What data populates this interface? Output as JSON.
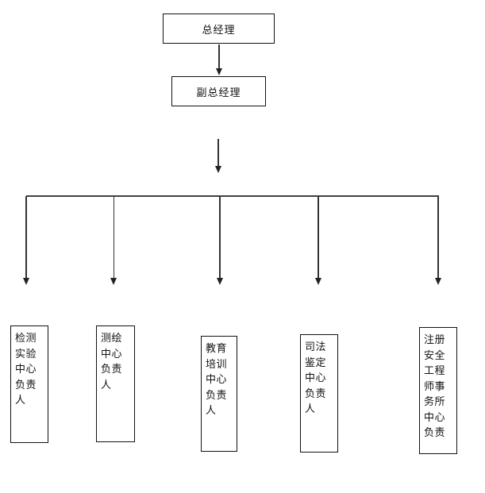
{
  "chart": {
    "type": "org-chart",
    "background": "#ffffff",
    "colors": {
      "box_border": "#111111",
      "connector_line": "#333333",
      "text": "#111111"
    },
    "root": {
      "label": "总经理"
    },
    "deputy": {
      "label": "副总经理"
    },
    "departments": [
      {
        "label": "检测\n实验\n中心\n负责\n人"
      },
      {
        "label": "测绘\n中心\n负责\n人"
      },
      {
        "label": "教育\n培训\n中心\n负责\n人"
      },
      {
        "label": "司法\n鉴定\n中心\n负责\n人"
      },
      {
        "label": "注册\n安全\n工程\n师事\n务所\n中心\n负责"
      }
    ]
  }
}
